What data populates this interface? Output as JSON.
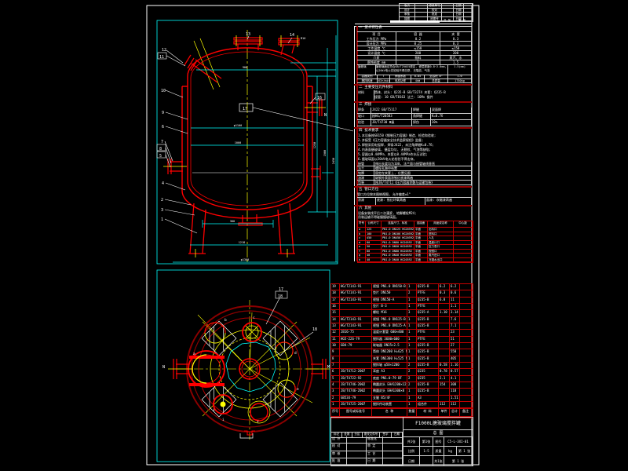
{
  "colors": {
    "red": "#ff0000",
    "dark_red": "#9a0000",
    "maroon": "#8b0000",
    "cyan": "#00ffff",
    "yellow": "#ffff00",
    "white": "#ffffff",
    "bg": "#000000"
  },
  "labels": {
    "b12": "12",
    "b11": "11",
    "b10": "10",
    "b9": "9",
    "b6": "6",
    "b7": "7",
    "b8": "8",
    "b5": "5",
    "b4": "4",
    "b2": "2",
    "b3": "3",
    "b1": "1",
    "b13": "13",
    "b14": "14",
    "b16": "16",
    "b17": "17",
    "m16": "M16",
    "nN": "N",
    "p17": "17",
    "p18": "18",
    "p18b": "18",
    "pN": "N",
    "pM": "M",
    "la": "a",
    "lb": "b",
    "lc": "c",
    "ld": "d",
    "le": "e",
    "lf": "f",
    "li": "i",
    "d_top": "900",
    "d_in1": "φ1100",
    "d_in2": "1000",
    "d_out": "300",
    "d_feet": "1218",
    "d_bot": "φ1300",
    "dv1": "1250",
    "dv2": "1900",
    "dv3": "2450"
  },
  "top_mini": {
    "rows": [
      [
        "版次",
        "",
        "修改单号",
        "",
        "日期",
        ""
      ],
      [
        "设计",
        "",
        "校对",
        "",
        "日期",
        ""
      ],
      [
        "审核",
        "",
        "批准",
        "",
        "日期",
        ""
      ],
      [
        "描图",
        "",
        "底图号",
        "",
        "日期",
        ""
      ]
    ],
    "note_left": "共 张",
    "note_right": "第 张"
  },
  "tech": {
    "sec1_title": "一 技术特性表",
    "char_header": [
      "项  目",
      "容  器",
      "夹  套"
    ],
    "char_rows": [
      [
        "工作压力 MPa",
        "0.2",
        "0.3"
      ],
      [
        "设计压力 MPa",
        "0.25",
        "0.3"
      ],
      [
        "工作温度 ℃",
        "≤150",
        "≤150"
      ],
      [
        "设计温度 ℃",
        "200",
        "200"
      ],
      [
        "介质",
        "物料",
        "蒸汽、水"
      ],
      [
        "腐蚀裕度 mm",
        "1",
        "1.5"
      ]
    ],
    "wide": {
      "label": "搪玻璃",
      "line1": "搪玻璃面应符合GB/T25025规定, 瓷层厚度0.8~2.0mm,",
      "line2": "以20kV电火花检验不得击穿, 无裂纹、气泡",
      "val": "1.5(mm)"
    },
    "tail_rows": [
      [
        "容器类别",
        "Ⅰ",
        "焊缝系数",
        "0.85",
        "全容积 m³",
        "1.0"
      ],
      [
        "搅拌转速",
        "63r/min",
        "电机功率",
        "4kW",
        "总质量",
        "1750kg"
      ]
    ],
    "sec2_title": "二 主要受压元件材料",
    "sec2_label": "材料",
    "sec2_lines": [
      "筒体、封头: Q235-B GB/T3274   夹套: Q235-B",
      "接管: 10 GB/T8163   法兰: 16Mn 锻件"
    ],
    "sec3_title": "三 焊接",
    "sec3_rows": [
      [
        "焊条",
        "J422 GB/T5117",
        "焊缝",
        "双面焊"
      ],
      [
        "坡口",
        "按HG/T20583",
        "角焊缝",
        "K=0.7δ"
      ],
      [
        "检验",
        "JB/T4730 Ⅲ级",
        "探伤",
        "20%"
      ]
    ],
    "sec4_title": "四 技术要求",
    "sec4_label": "技术要求",
    "sec4_lines": [
      "1.本设备按GB150《钢制压力容器》制造、检验和验收;",
      "2.并接受《压力容器安全技术监察规程》监督;",
      "3.焊接采用电弧焊, 焊条J422, 未注角焊缝K=0.7δ;",
      "4.内表面搪玻璃, 搪层均匀, 无裂纹、气泡等缺陷;",
      "5.容器以0.44MPa、夹套以0.44MPa作水压试验;",
      "6.搪玻璃面以20kV电火花检验不得击穿。"
    ],
    "sec4_subrows": [
      [
        "接管",
        "伸出长度均为100, 法兰面与接管轴线垂直"
      ],
      [
        "法兰",
        "螺栓孔跨中布置"
      ],
      [
        "铭牌",
        "固定在夹套上, 位置见图"
      ],
      [
        "油漆",
        "碳钢外表面涂铁红底漆两遍"
      ],
      [
        "包装",
        "按JB/T4711《压力容器涂敷与运输包装》"
      ]
    ],
    "sec5_title": "五 管口方位",
    "sec5_line": "管口方位按本图俯视图, 允许偏差±1°",
    "sec5_cells": [
      "涂漆",
      "底漆: 铁红环氧两遍",
      "面漆: 灰磁漆两遍"
    ],
    "sec6_title": "六 其他",
    "sec6_lines": [
      "设备安装找平后二次灌浆, 地脚螺栓M24;",
      "吊装运输不得碰撞搪玻璃面。"
    ],
    "nozzle_header": [
      "符号",
      "公称尺寸",
      "连接尺寸、标准",
      "连接面",
      "用途或名称",
      "中心距"
    ],
    "nozzle_rows": [
      [
        "a",
        "125",
        "PN1.0 DN125 HG20592",
        "平面",
        "出料口",
        ""
      ],
      [
        "b",
        "100",
        "PN1.0 DN100 HG20592",
        "平面",
        "进料口",
        ""
      ],
      [
        "c",
        "450",
        "PN1.0 DN450 HG20592",
        "平面",
        "人孔",
        ""
      ],
      [
        "d",
        "80",
        "PN1.0 DN80 HG20592",
        "平面",
        "温度计口",
        ""
      ],
      [
        "e",
        "50",
        "PN1.0 DN50 HG20592",
        "平面",
        "压力表口",
        ""
      ],
      [
        "f",
        "80",
        "PN1.0 DN80 HG20592",
        "平面",
        "视镜口",
        ""
      ],
      [
        "g",
        "40",
        "PN1.0 DN40 HG20592",
        "平面",
        "蒸汽进口",
        ""
      ],
      [
        "h",
        "40",
        "PN1.0 DN40 HG20592",
        "平面",
        "冷凝水出口",
        ""
      ]
    ]
  },
  "bom": {
    "header": [
      "序号",
      "图号或标准号",
      "名  称",
      "数量",
      "材  料",
      "单件",
      "总计",
      "备注"
    ],
    "rows": [
      [
        "19",
        "HG/T2143-91",
        "视镜 PN1.0 DN150-B",
        "1",
        "Q235-B",
        "6.2",
        "6.2",
        ""
      ],
      [
        "18",
        "HG/T2141-91",
        "垫片 DN150",
        "2",
        "PTFE",
        "0.3",
        "0.6",
        ""
      ],
      [
        "17",
        "HG/T2143-91",
        "视镜 DN150-A",
        "1",
        "Q235-B",
        "6.8",
        "11",
        ""
      ],
      [
        "16",
        "",
        "垫片 B-3",
        "1",
        "PTFE",
        "",
        "1.1",
        ""
      ],
      [
        "15",
        "",
        "螺栓 M16",
        "3",
        "Q235-A",
        "1.10",
        "3.14",
        ""
      ],
      [
        "14",
        "HG/T2143-91",
        "视镜 PN1.0 DN125-B",
        "1",
        "Q235-B",
        "",
        "7.6",
        ""
      ],
      [
        "13",
        "HG/T2143-91",
        "视镜 PN1.0 DN125-A",
        "1",
        "Q235-B",
        "",
        "7.1",
        ""
      ],
      [
        "12",
        "JB16-75",
        "温度计套管 600×400",
        "1",
        "PTFE",
        "",
        "23",
        ""
      ],
      [
        "11",
        "HG5-226-79",
        "搅拌器 3600×600",
        "1",
        "PTFE",
        "",
        "51",
        ""
      ],
      [
        "10",
        "GB4-79",
        "联轴器 DN25×2.5",
        "1",
        "Q235-B",
        "",
        "27",
        ""
      ],
      [
        "9",
        "",
        "筒体 DN1200 H=625 δ=12",
        "1",
        "Q235-B",
        "",
        "550",
        ""
      ],
      [
        "8",
        "",
        "夹套 DN1300 H=525 δ=10",
        "1",
        "Q235-B",
        "",
        "405",
        ""
      ],
      [
        "7",
        "",
        "搅拌轴 φ50×1200",
        "2",
        "Q235-B",
        "0.58",
        "1.16",
        ""
      ],
      [
        "6",
        "JB/T4712-2007",
        "耳座 A3",
        "2",
        "Q235",
        "0.78",
        "0.57",
        ""
      ],
      [
        "5",
        "JB/T4722-92",
        "底座 PN1.0-79 BF",
        "2",
        "Q235",
        "2.1",
        "4.1",
        ""
      ],
      [
        "4",
        "JB/T4746-2002",
        "椭圆封头 EHA1200×12",
        "2",
        "Q235-B",
        "154",
        "308",
        ""
      ],
      [
        "3",
        "JB/T4746-2002",
        "椭圆封头 EHA1300×8",
        "1",
        "Q235-B",
        "",
        "118",
        ""
      ],
      [
        "2",
        "GB534-79",
        "支腿 B5/4F",
        "1",
        "A3",
        "",
        "1.51",
        ""
      ],
      [
        "1",
        "JB/T4725-2007",
        "搅拌传动装置",
        "1",
        "组合件",
        "112",
        "112",
        ""
      ]
    ]
  },
  "title_block": {
    "left": {
      "revision": [
        "标记",
        "处数",
        "分区",
        "更改文件号",
        "签字",
        "日期"
      ],
      "rows": [
        [
          "设 计",
          "",
          "标准化",
          ""
        ],
        [
          "校 对",
          "",
          "审 定",
          ""
        ],
        [
          "审 核",
          "",
          "工 艺",
          ""
        ],
        [
          "批 准",
          "",
          "日 期",
          ""
        ]
      ]
    },
    "right": {
      "product": "F1000L搪玻璃搅拌罐",
      "subtitle": "总  图",
      "rowA": [
        "共1张",
        "第1张",
        "图号",
        "C5-L-3XI-01"
      ],
      "rowB": [
        "比例",
        "1:5",
        "质量",
        "kg",
        "第 1 张"
      ],
      "rowC": [
        "日期",
        "",
        "共1张",
        "第 1 张"
      ]
    }
  }
}
